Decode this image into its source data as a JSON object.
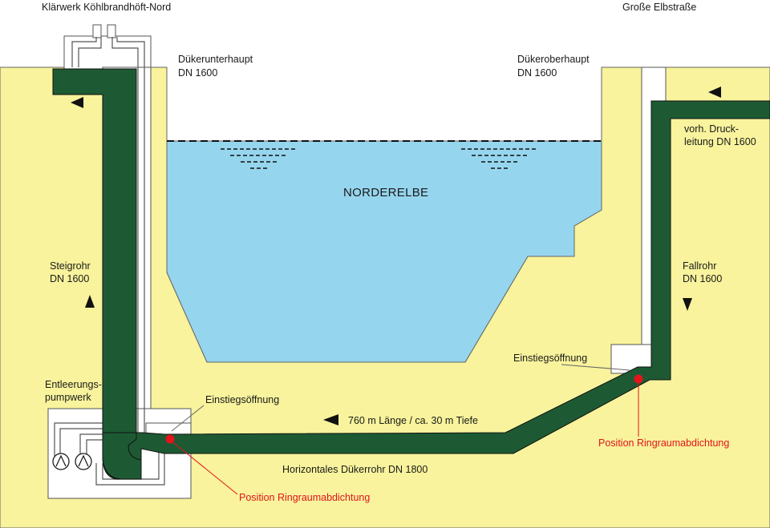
{
  "labels": {
    "top_left": "Klärwerk Köhlbrandhöft-Nord",
    "top_right": "Große Elbstraße",
    "duker_unterhaupt_1": "Dükerunterhaupt",
    "duker_unterhaupt_2": "DN 1600",
    "duker_oberhaupt_1": "Dükeroberhaupt",
    "duker_oberhaupt_2": "DN 1600",
    "druckleitung_1": "vorh. Druck-",
    "druckleitung_2": "leitung DN 1600",
    "river": "NORDERELBE",
    "steigrohr_1": "Steigrohr",
    "steigrohr_2": "DN 1600",
    "fallrohr_1": "Fallrohr",
    "fallrohr_2": "DN 1600",
    "entleerung_1": "Entleerungs-",
    "entleerung_2": "pumpwerk",
    "einstieg_left": "Einstiegsöffnung",
    "einstieg_right": "Einstiegsöffnung",
    "length_depth": "760 m Länge / ca. 30 m Tiefe",
    "horizontal_pipe": "Horizontales Dükerrohr DN 1800",
    "ringraum_left": "Position Ringraumabdichtung",
    "ringraum_right": "Position Ringraumabdichtung"
  },
  "colors": {
    "ground": "#f8f39c",
    "water": "#96d5ee",
    "pipe": "#1d5a33",
    "outline": "#555555",
    "seal_marker": "#e3141b",
    "background": "#ffffff"
  },
  "icons": {
    "flow_arrow": "triangle-arrow",
    "pump": "pump-circle-icon",
    "seal": "red-dot-marker"
  }
}
